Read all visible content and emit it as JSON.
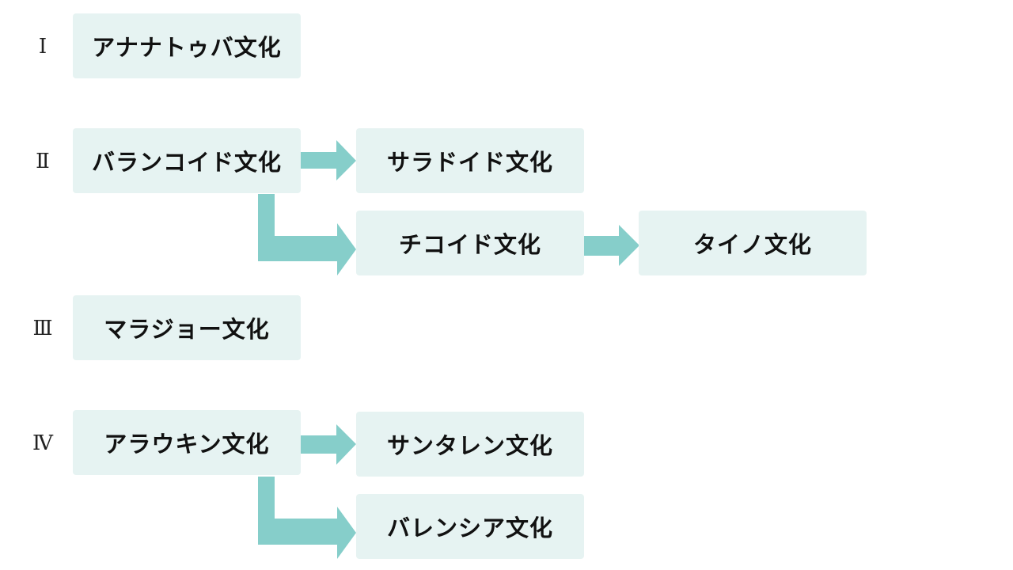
{
  "accent_color": "#86ceca",
  "box_color": "#e6f3f2",
  "groups": [
    {
      "numeral": "Ⅰ",
      "boxes": {
        "root": "アナナトゥバ文化"
      }
    },
    {
      "numeral": "Ⅱ",
      "boxes": {
        "root": "バランコイド文化",
        "next": "サラドイド文化",
        "branch": "チコイド文化",
        "branch_next": "タイノ文化"
      }
    },
    {
      "numeral": "Ⅲ",
      "boxes": {
        "root": "マラジョー文化"
      }
    },
    {
      "numeral": "Ⅳ",
      "boxes": {
        "root": "アラウキン文化",
        "next": "サンタレン文化",
        "branch": "バレンシア文化"
      }
    }
  ]
}
